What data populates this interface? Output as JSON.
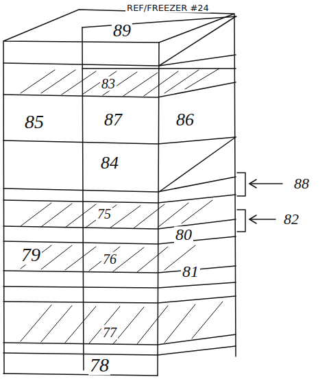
{
  "diagram": {
    "title": "REF/FREEZER #24",
    "labels": [
      "89",
      "83",
      "85",
      "87",
      "86",
      "84",
      "88",
      "82",
      "75",
      "79",
      "80",
      "76",
      "81",
      "77",
      "78"
    ]
  }
}
